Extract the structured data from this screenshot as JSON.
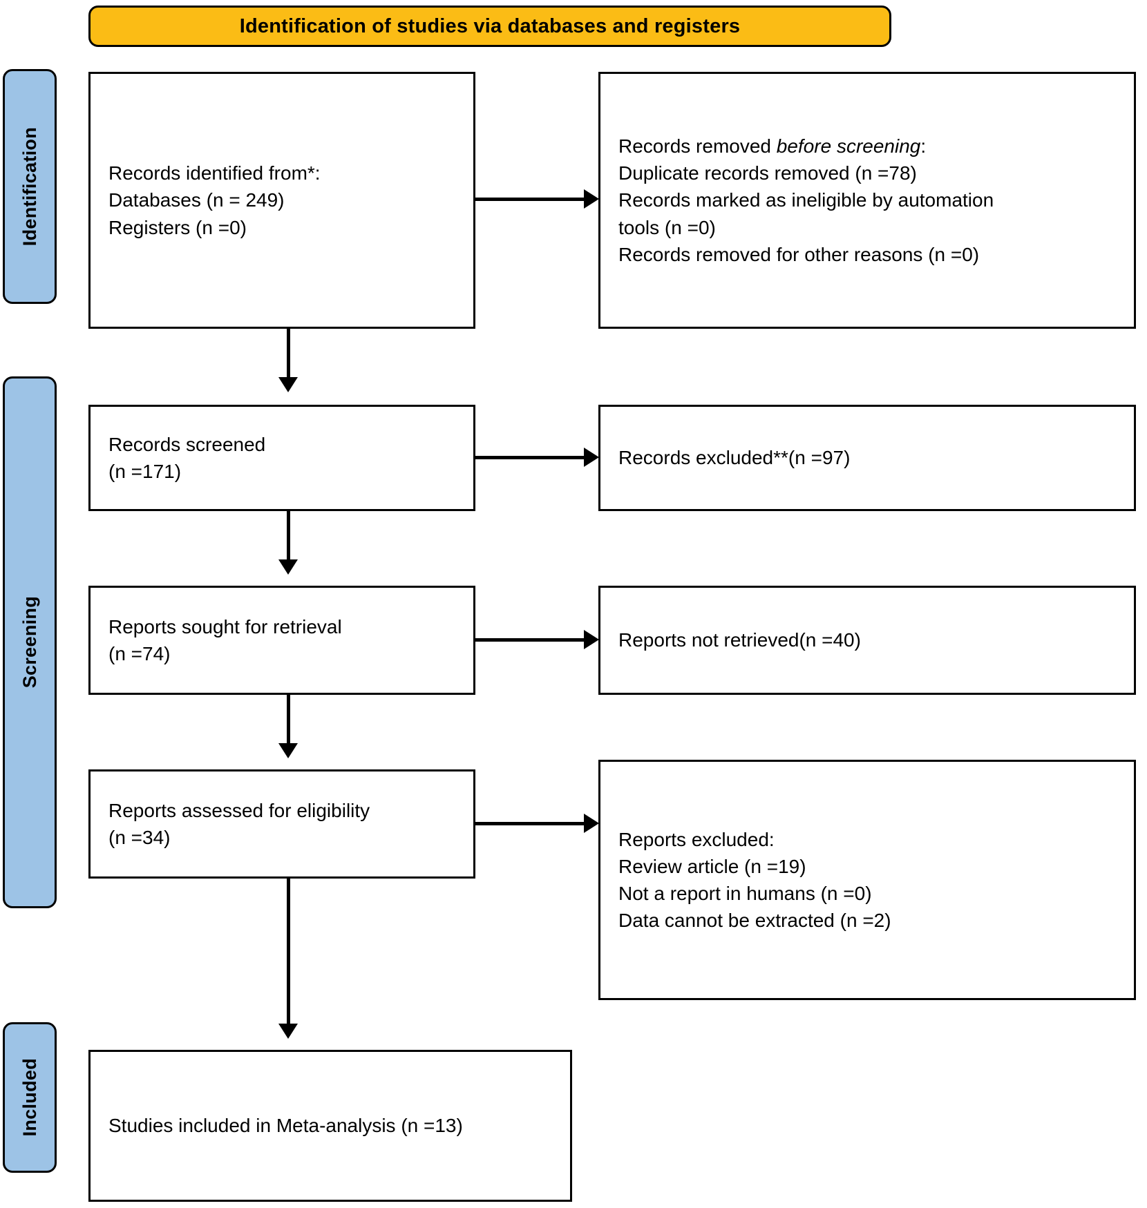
{
  "diagram": {
    "title": "Identification of studies via databases and registers",
    "colors": {
      "banner_fill": "#FBBC15",
      "phase_bar_fill": "#9DC3E6",
      "box_fill": "#FFFFFF",
      "stroke": "#000000"
    },
    "phases": [
      {
        "id": "identification",
        "label": "Identification"
      },
      {
        "id": "screening",
        "label": "Screening"
      },
      {
        "id": "included",
        "label": "Included"
      }
    ],
    "boxes": {
      "records_identified": {
        "line1": "Records identified from*:",
        "line2": "Databases (n = 249)",
        "line3": "Registers (n =0)",
        "text": "Records identified from*:\nDatabases (n = 249)\nRegisters (n =0)"
      },
      "records_removed": {
        "heading_prefix": "Records removed ",
        "heading_italic": "before screening",
        "heading_suffix": ":",
        "line2": "Duplicate records removed (n =78)",
        "line3": "Records marked as ineligible by automation tools (n =0)",
        "line4": "Records removed for other reasons (n =0)",
        "rest": "Duplicate records removed (n =78)\nRecords marked as ineligible by automation\ntools (n =0)\nRecords removed for other reasons (n =0)"
      },
      "records_screened": {
        "line1": "Records screened",
        "line2": "(n =171)",
        "text": "Records screened\n(n =171)"
      },
      "records_excluded": {
        "line1": "Records excluded**(n =97)",
        "text": "Records excluded**(n =97)"
      },
      "reports_sought": {
        "line1": "Reports sought for retrieval",
        "line2": "(n =74)",
        "text": "Reports sought for retrieval\n(n =74)"
      },
      "reports_not_retrieved": {
        "line1": "Reports not retrieved(n =40)",
        "text": "Reports not retrieved(n =40)"
      },
      "reports_assessed": {
        "line1": "Reports assessed for eligibility",
        "line2": "(n =34)",
        "text": "Reports assessed for eligibility\n(n =34)"
      },
      "reports_excluded": {
        "line1": "Reports excluded:",
        "line2": "Review article (n =19)",
        "line3": "Not a report in humans (n =0)",
        "line4": "Data cannot be extracted (n =2)",
        "text": "Reports excluded:\nReview article (n =19)\nNot a report in humans (n =0)\nData cannot be extracted (n =2)"
      },
      "studies_included": {
        "line1": "Studies included in Meta-analysis (n =13)",
        "text": "Studies included in Meta-analysis (n =13)"
      }
    }
  }
}
